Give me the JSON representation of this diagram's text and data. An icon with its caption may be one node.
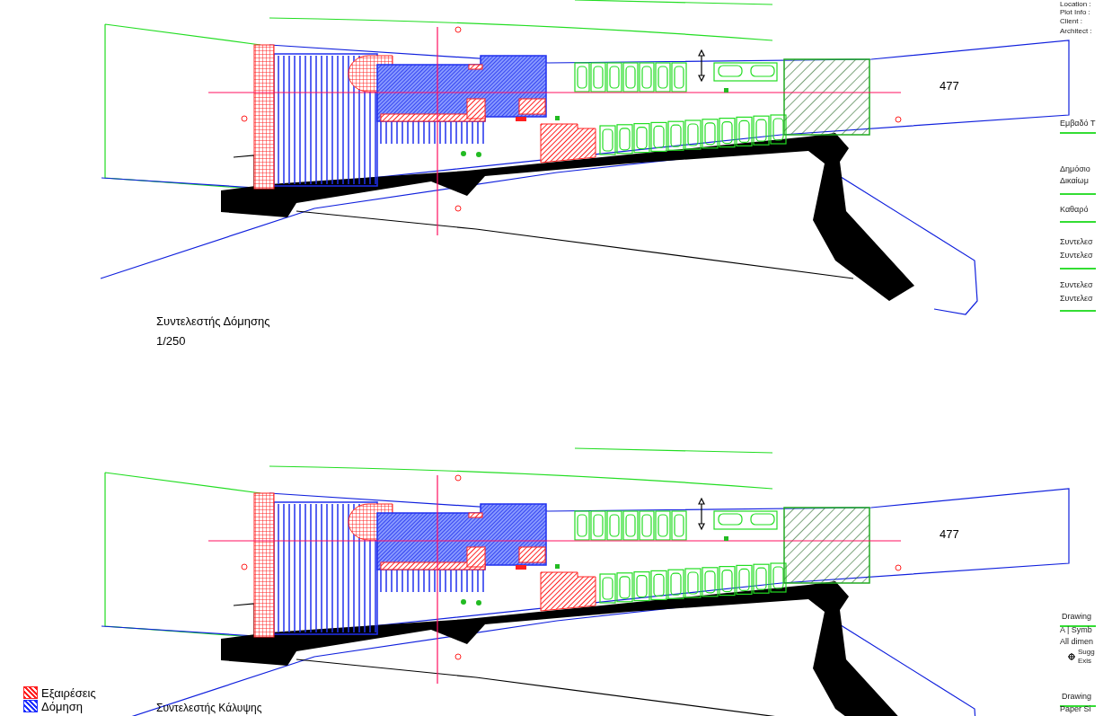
{
  "diagram": {
    "labels": [
      "477",
      "Συντελεστής Δόμησης",
      "1/250",
      "477",
      "Συντελεστής Κάλυψης",
      "Location :",
      "Plot Info :",
      "Client :",
      "Architect :",
      "Εμβαδό Τ",
      "Δημόσιο",
      "Δικαίωμ",
      "Καθαρό",
      "Συντελεσ",
      "Συντελεσ",
      "Συντελεσ",
      "Συντελεσ",
      "Drawing",
      "A | Symb",
      "All dimen",
      "Sugg",
      "Exis",
      "Drawing",
      "Paper Si"
    ],
    "legend": [
      {
        "text": "Εξαιρέσεις",
        "color": "#ff2020"
      },
      {
        "text": "Δόμηση",
        "color": "#2030ff"
      }
    ]
  }
}
